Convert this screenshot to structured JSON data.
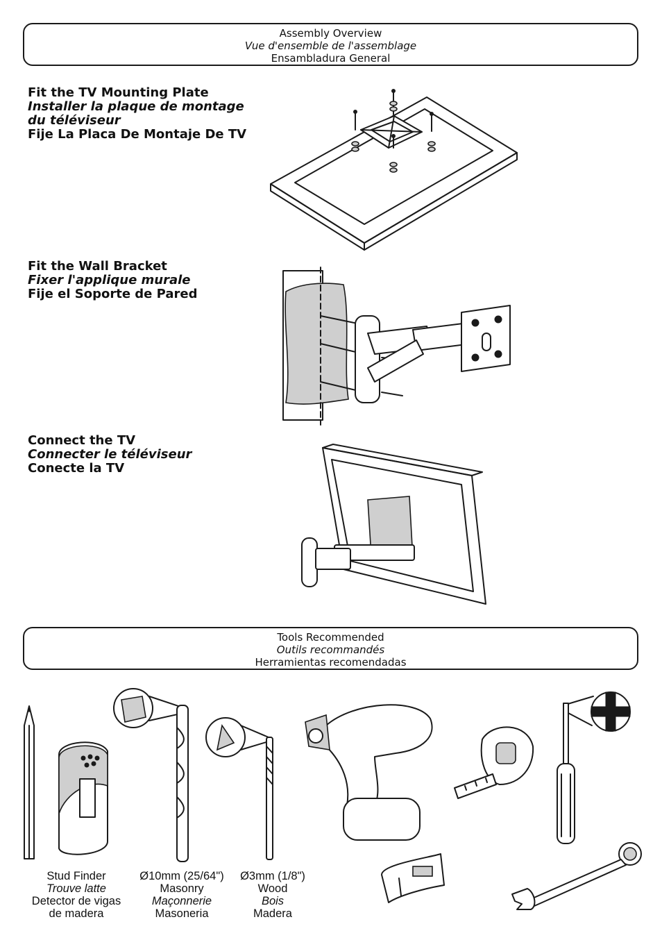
{
  "header": {
    "en": "Assembly Overview",
    "fr": "Vue d'ensemble de l'assemblage",
    "es": "Ensambladura General"
  },
  "steps": [
    {
      "en": "Fit the TV Mounting Plate",
      "fr": "Installer la plaque de montage du téléviseur",
      "fr_line1": "Installer la plaque de montage",
      "fr_line2": "du téléviseur",
      "es": "Fije La Placa De Montaje De TV"
    },
    {
      "en": "Fit the Wall Bracket",
      "fr": "Fixer l'applique murale",
      "es": "Fije el Soporte de Pared"
    },
    {
      "en": "Connect the TV",
      "fr": "Connecter le téléviseur",
      "es": "Conecte la TV"
    }
  ],
  "tools_header": {
    "en": "Tools Recommended",
    "fr": "Outils recommandés",
    "es": "Herramientas recomendadas"
  },
  "tools": {
    "stud_finder": {
      "en": "Stud Finder",
      "fr": "Trouve latte",
      "es_line1": "Detector de vigas",
      "es_line2": "de madera"
    },
    "masonry_bit": {
      "size": "Ø10mm (25/64\")",
      "en": "Masonry",
      "fr": "Maçonnerie",
      "es": "Masoneria"
    },
    "wood_bit": {
      "size": "Ø3mm (1/8\")",
      "en": "Wood",
      "fr": "Bois",
      "es": "Madera"
    }
  },
  "icons": [
    "pencil-icon",
    "stud-finder-icon",
    "masonry-bit-icon",
    "wood-bit-icon",
    "drill-icon",
    "level-icon",
    "tape-measure-icon",
    "screwdriver-icon",
    "wrench-icon",
    "tv-mounting-plate-illustration",
    "wall-bracket-illustration",
    "connect-tv-illustration"
  ]
}
